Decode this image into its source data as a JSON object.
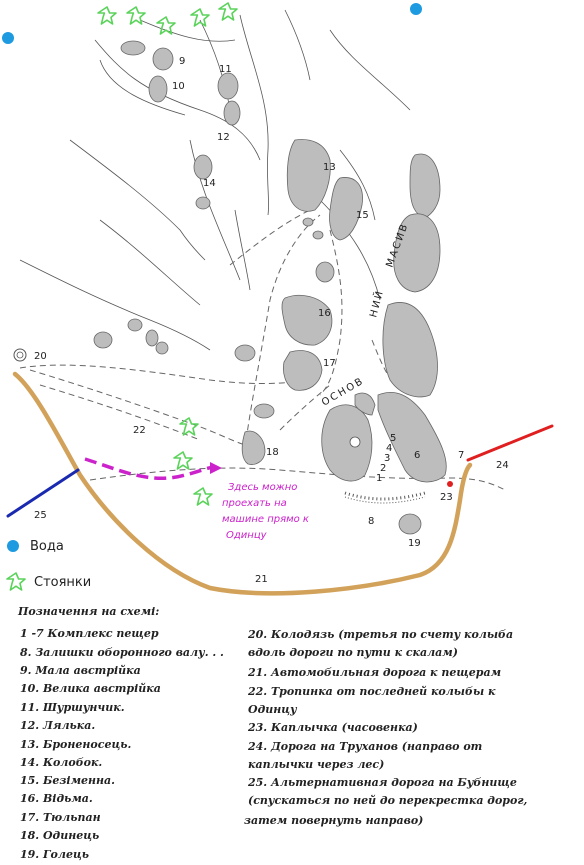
{
  "map": {
    "numbers": [
      "9",
      "10",
      "11",
      "12",
      "13",
      "14",
      "15",
      "16",
      "17",
      "18",
      "19",
      "20",
      "21",
      "22",
      "23",
      "24",
      "25",
      "8",
      "1",
      "2",
      "3",
      "4",
      "5",
      "6",
      "7"
    ],
    "massif_label_1": "МАСИВ",
    "massif_label_2": "НИЙ",
    "massif_label_3": "ОСНОВ",
    "annotation": [
      "Здесь можно",
      "проехать на",
      "машине прямо к",
      "Одинцу"
    ],
    "colors": {
      "road": "#d2a25a",
      "route_24": "#e02020",
      "route_25": "#1a2ab0",
      "annotation": "#cc22cc",
      "cave": "#bdbdbd",
      "water": "#1e9be0",
      "camp": "#5bd35b"
    }
  },
  "legend": {
    "water_label": "Вода",
    "camp_label": "Стоянки",
    "water_icon": "blue-dot-icon",
    "camp_icon": "green-star-icon"
  },
  "notes": {
    "title": "Позначення на схемі:",
    "left": [
      "1 -7 Комплекс пещер",
      "8. Залишки оборонного валу. . .",
      "9. Мала австрійка",
      "10. Велика австрійка",
      "11. Шуршунчик.",
      "12. Лялька.",
      "13. Броненосець.",
      "14. Колобок.",
      "15. Безіменна.",
      "16. Відьма.",
      "17. Тюльпан",
      "18. Одинець",
      "19. Голець"
    ],
    "right": [
      "20. Колодязь  (третья по счету колыба",
      "вдоль дороги по пути к скалам)",
      "21. Автомобильная дорога к пещерам",
      "22. Тропинка от последней колыбы к",
      "Одинцу",
      "23. Каплычка (часовенка)",
      "24. Дорога на Труханов (направо от",
      "каплычки через лес)",
      "25. Альтернативная дорога на Бубнище",
      "(спускаться по ней до перекрестка дорог,",
      "затем повернуть направо)"
    ]
  }
}
